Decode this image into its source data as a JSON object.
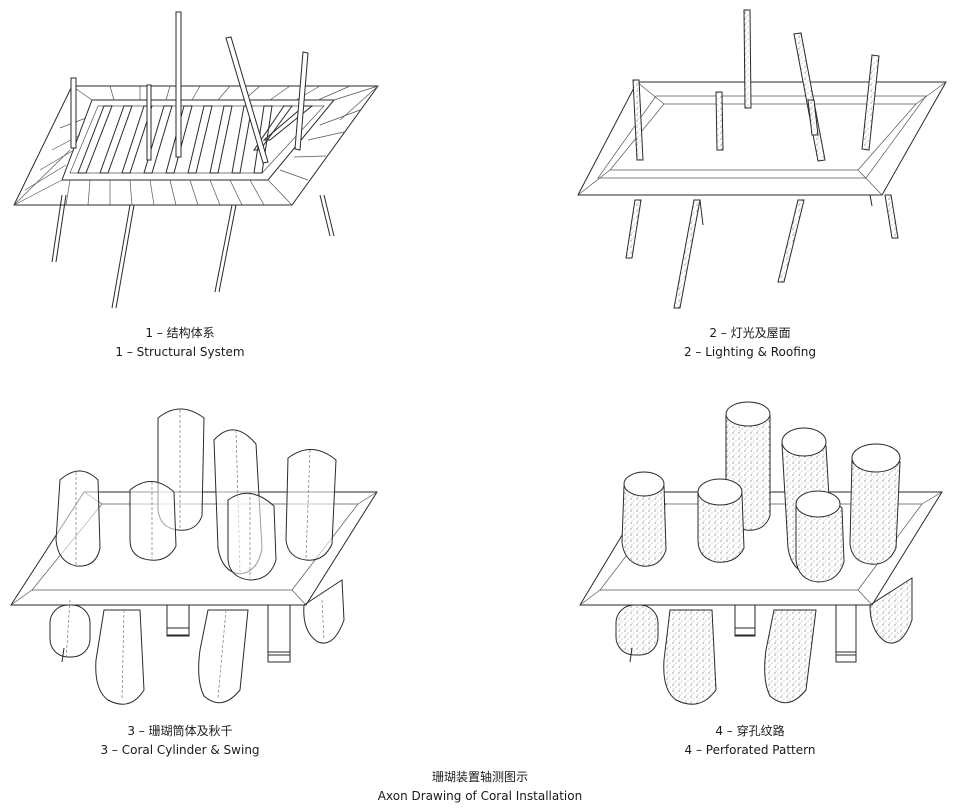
{
  "panels": [
    {
      "caption_cn": "1 – 结构体系",
      "caption_en": "1 – Structural System"
    },
    {
      "caption_cn": "2 – 灯光及屋面",
      "caption_en": "2 – Lighting & Roofing"
    },
    {
      "caption_cn": "3 – 珊瑚筒体及秋千",
      "caption_en": "3 – Coral Cylinder & Swing"
    },
    {
      "caption_cn": "4 – 穿孔纹路",
      "caption_en": "4 – Perforated Pattern"
    }
  ],
  "figure_title": {
    "cn": "珊瑚装置轴测图示",
    "en": "Axon Drawing of Coral Installation"
  },
  "colors": {
    "line": "#2a2a2a",
    "background": "#ffffff"
  }
}
